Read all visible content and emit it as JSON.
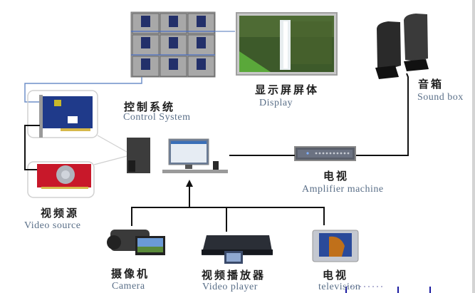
{
  "title": "Control system connection diagram",
  "nodes": {
    "control_system": {
      "zh": "控制系统",
      "en": "Control  System"
    },
    "display": {
      "zh": "显示屏屏体",
      "en": "Display"
    },
    "sound_box": {
      "zh": "音箱",
      "en": "Sound box"
    },
    "amplifier": {
      "zh": "电视",
      "en": "Amplifier machine"
    },
    "video_source": {
      "zh": "视频源",
      "en": "Video source"
    },
    "camera": {
      "zh": "摄像机",
      "en": "Camera"
    },
    "video_player": {
      "zh": "视频播放器",
      "en": "Video player"
    },
    "television": {
      "zh": "电视",
      "en": "television"
    }
  },
  "colors": {
    "label_zh": "#1e1e1e",
    "label_en": "#5a6f88",
    "wire_black": "#111111",
    "wire_blue": "#6f8fc8",
    "card_blue": "#1f3a8a",
    "card_red": "#c8182a"
  }
}
